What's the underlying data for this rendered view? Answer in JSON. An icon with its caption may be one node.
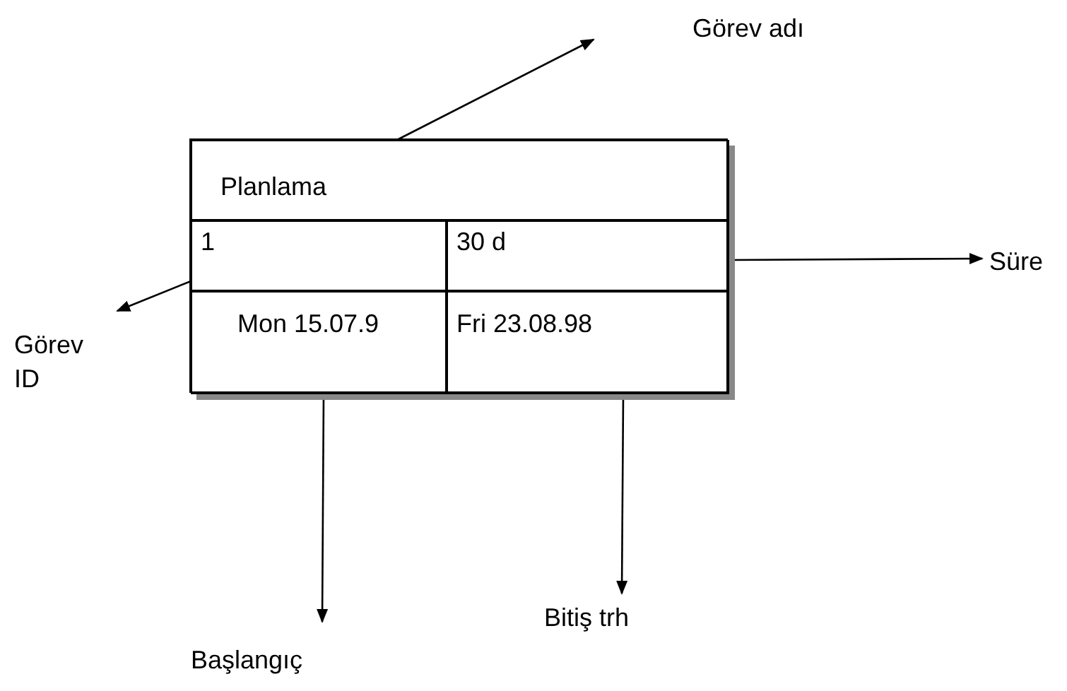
{
  "diagram": {
    "nodes": [
      {
        "text": [],
        "shape": "box"
      },
      {
        "text": [
          "Planlama"
        ],
        "in": 0
      },
      {
        "text": [
          "1"
        ],
        "in": 0
      },
      {
        "text": [
          "30 d"
        ],
        "in": 0
      },
      {
        "text": [
          "Mon 15.07.9"
        ],
        "in": 0
      },
      {
        "text": [
          "Fri 23.08.98"
        ],
        "in": 0
      },
      {
        "text": [
          "Görev adı"
        ]
      },
      {
        "text": [
          "Görev ID"
        ]
      },
      {
        "text": [
          "Süre"
        ]
      },
      {
        "text": [
          "Başlangıç"
        ]
      },
      {
        "text": [
          "Bitiş trh"
        ]
      }
    ],
    "edges": [
      {
        "from": 1,
        "to": 6,
        "arrow": "to"
      },
      {
        "from": 2,
        "to": 7,
        "arrow": "to"
      },
      {
        "from": 3,
        "to": 8,
        "arrow": "to"
      },
      {
        "from": 4,
        "to": 9,
        "arrow": "to"
      },
      {
        "from": 5,
        "to": 10,
        "arrow": "to"
      }
    ]
  }
}
